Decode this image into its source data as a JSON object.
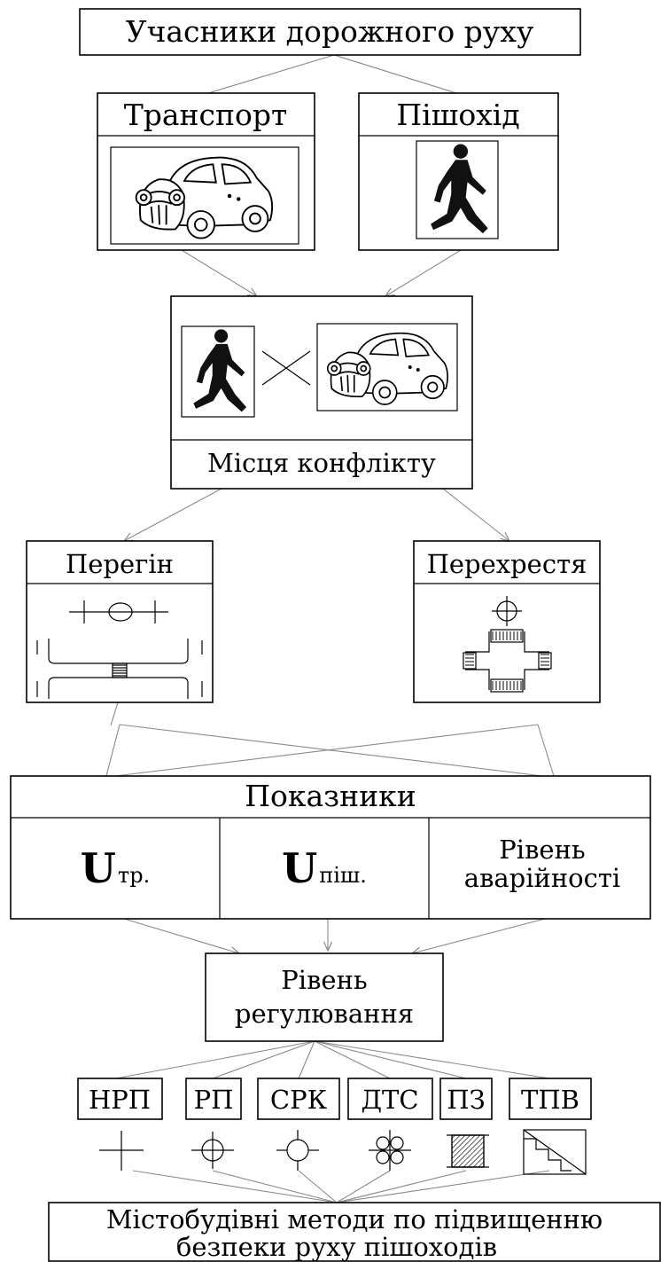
{
  "participants_title": "Учасники дорожного руху",
  "transport_label": "Транспорт",
  "pedestrian_label": "Пішохід",
  "conflict_label": "Місця конфлікту",
  "segment_label": "Перегін",
  "intersection_label": "Перехрестя",
  "indicators": {
    "title": "Показники",
    "u_transport": {
      "symbol": "U",
      "subscript": "тр."
    },
    "u_pedestrian": {
      "symbol": "U",
      "subscript": "піш."
    },
    "accident_line1": "Рівень",
    "accident_line2": "аварійності"
  },
  "regulation_line1": "Рівень",
  "regulation_line2": "регулювання",
  "methods": [
    {
      "label": "НРП",
      "icon": "plain-cross-icon"
    },
    {
      "label": "РП",
      "icon": "crosswalk-circle-icon"
    },
    {
      "label": "СРК",
      "icon": "small-circle-cross-icon"
    },
    {
      "label": "ДТС",
      "icon": "clover-icon"
    },
    {
      "label": "ПЗ",
      "icon": "hatched-square-icon"
    },
    {
      "label": "ТПВ",
      "icon": "stair-triangle-icon"
    }
  ],
  "final_line1": "Містобудівні методи по підвищенню",
  "final_line2": "безпеки руху пішоходів"
}
